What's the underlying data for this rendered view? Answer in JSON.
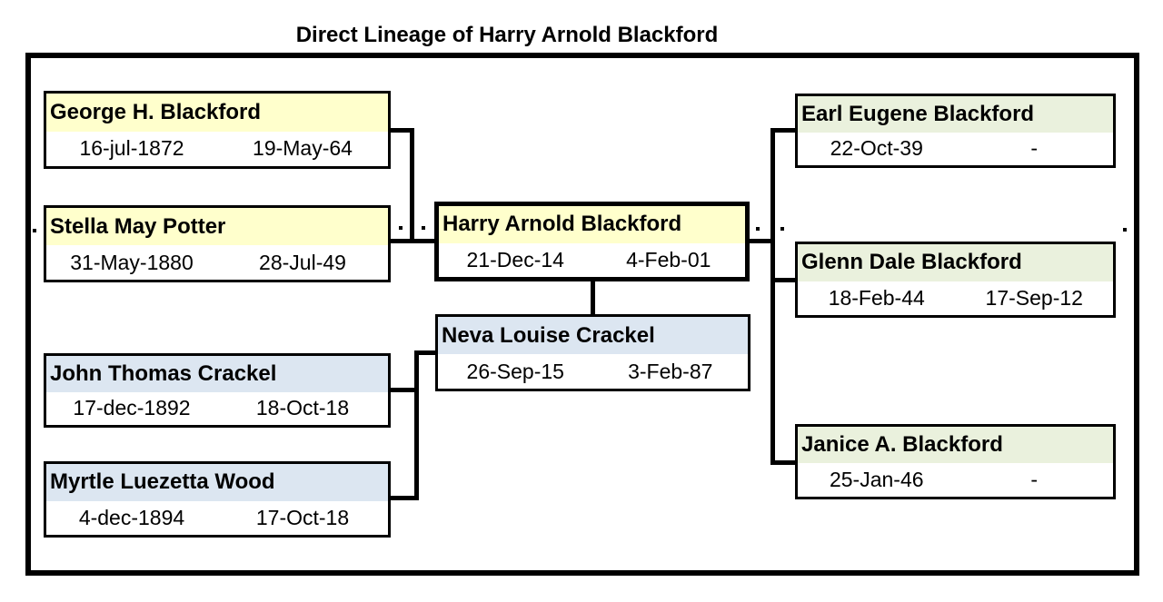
{
  "title": "Direct Lineage of Harry Arnold Blackford",
  "people": [
    {
      "id": "george-h-blackford",
      "name": "George H. Blackford",
      "birth": "16-jul-1872",
      "death": "19-May-64",
      "group": "paternal-grandparent"
    },
    {
      "id": "stella-may-potter",
      "name": "Stella May Potter",
      "birth": "31-May-1880",
      "death": "28-Jul-49",
      "group": "paternal-grandparent"
    },
    {
      "id": "john-thomas-crackel",
      "name": "John Thomas Crackel",
      "birth": "17-dec-1892",
      "death": "18-Oct-18",
      "group": "maternal-grandparent"
    },
    {
      "id": "myrtle-luezetta-wood",
      "name": "Myrtle Luezetta Wood",
      "birth": "4-dec-1894",
      "death": "17-Oct-18",
      "group": "maternal-grandparent"
    },
    {
      "id": "harry-arnold-blackford",
      "name": "Harry Arnold Blackford",
      "birth": "21-Dec-14",
      "death": "4-Feb-01",
      "group": "subject"
    },
    {
      "id": "neva-louise-crackel",
      "name": "Neva Louise Crackel",
      "birth": "26-Sep-15",
      "death": "3-Feb-87",
      "group": "spouse"
    },
    {
      "id": "earl-eugene-blackford",
      "name": "Earl Eugene Blackford",
      "birth": "22-Oct-39",
      "death": "-",
      "group": "child"
    },
    {
      "id": "glenn-dale-blackford",
      "name": "Glenn Dale Blackford",
      "birth": "18-Feb-44",
      "death": "17-Sep-12",
      "group": "child"
    },
    {
      "id": "janice-a-blackford",
      "name": "Janice A. Blackford",
      "birth": "25-Jan-46",
      "death": "-",
      "group": "child"
    }
  ],
  "colors": {
    "blackford_header": "#FFFFCC",
    "crackel_header": "#DCE6F1",
    "children_header": "#EAF1DD",
    "line": "#000000",
    "background": "#FFFFFF"
  }
}
